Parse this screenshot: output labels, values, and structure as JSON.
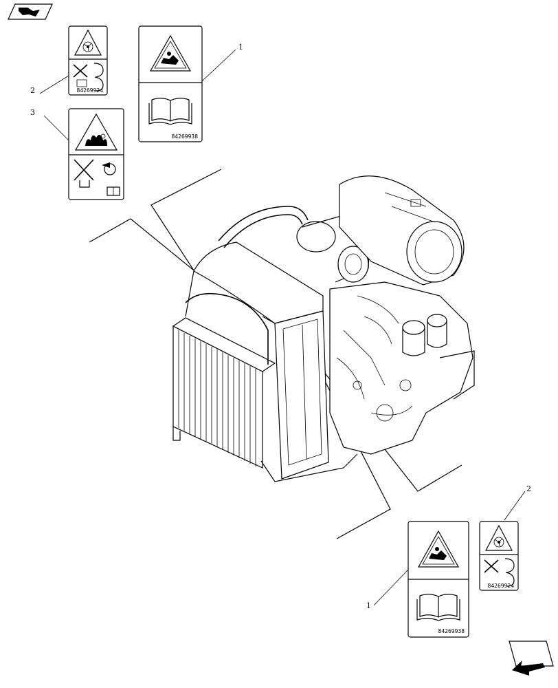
{
  "nav": {
    "prev_label": "previous page",
    "next_label": "next page"
  },
  "callouts": {
    "c1_top": "1",
    "c2_top": "2",
    "c3": "3",
    "c1_bottom": "1",
    "c2_bottom": "2"
  },
  "decals": {
    "decal1_code_top": "84269938",
    "decal2_code_top": "84269924",
    "decal1_code_bottom": "84269938",
    "decal2_code_bottom": "84269924"
  }
}
